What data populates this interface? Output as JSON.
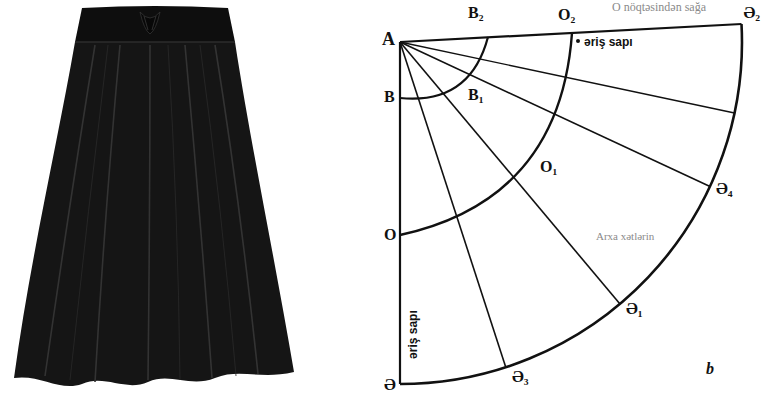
{
  "diagram": {
    "labels": [
      "A",
      "B₂",
      "O₂",
      "əriş sapı",
      "Ə₂",
      "B₁",
      "B",
      "O₁",
      "Ə₄",
      "O",
      "Ə₁",
      "əriş sapı",
      "Ə",
      "Ə₃",
      "b",
      "O nöqtəsindən sağa",
      "Arxa xətlərin"
    ]
  }
}
